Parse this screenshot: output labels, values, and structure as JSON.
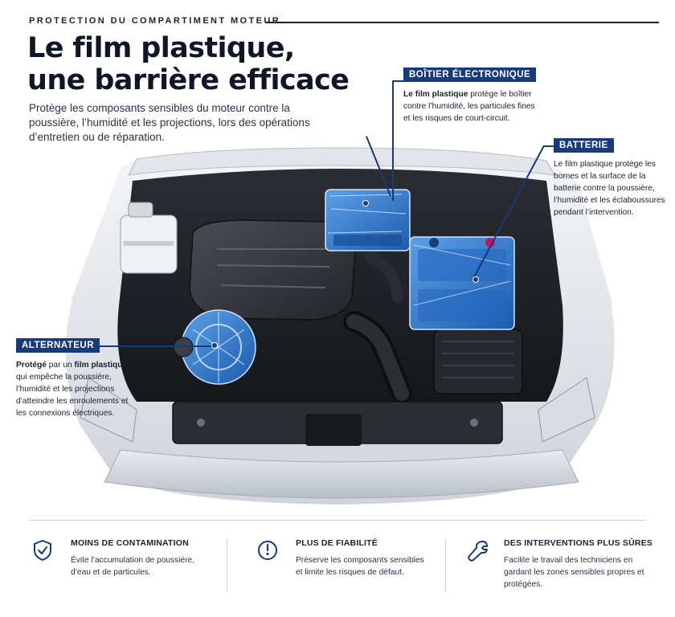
{
  "header": {
    "kicker": "PROTECTION DU COMPARTIMENT MOTEUR",
    "title_line1": "Le film plastique,",
    "title_line2": "une barrière efficace",
    "subtitle": "Protège les composants sensibles du moteur contre la poussière, l’humidité et les projections, lors des opérations d’entretien ou de réparation."
  },
  "callouts": {
    "ecu": {
      "tag": "BOÎTIER ÉLECTRONIQUE",
      "bold": "Le film plastique",
      "text": " protège le boîtier contre l’humidité, les particules fines et les risques de court-circuit."
    },
    "battery": {
      "tag": "BATTERIE",
      "text": "Le film plastique protège les bornes et la surface de la batterie contre la poussière, l’humidité et les éclaboussures pendant l’intervention."
    },
    "alternator": {
      "tag": "ALTERNATEUR",
      "bold1": "Protégé",
      "mid": " par un ",
      "bold2": "film plastique",
      "text": " qui empêche la poussière, l’humidité et les projections d’atteindre les enroulements et les connexions électriques."
    }
  },
  "features": [
    {
      "icon": "shield-check-icon",
      "title": "MOINS DE CONTAMINATION",
      "text": "Évite l’accumulation de poussière, d’eau et de particules."
    },
    {
      "icon": "clock-icon",
      "title": "PLUS DE FIABILITÉ",
      "text": "Préserve les composants sensibles et limite les risques de défaut."
    },
    {
      "icon": "wrench-icon",
      "title": "DES INTERVENTIONS PLUS SÛRES",
      "text": "Facilite le travail des techniciens en gardant les zones sensibles propres et protégées."
    }
  ],
  "colors": {
    "accent": "#163a7a",
    "film_blue": "#2f7fd6",
    "text_dark": "#1b2130"
  }
}
